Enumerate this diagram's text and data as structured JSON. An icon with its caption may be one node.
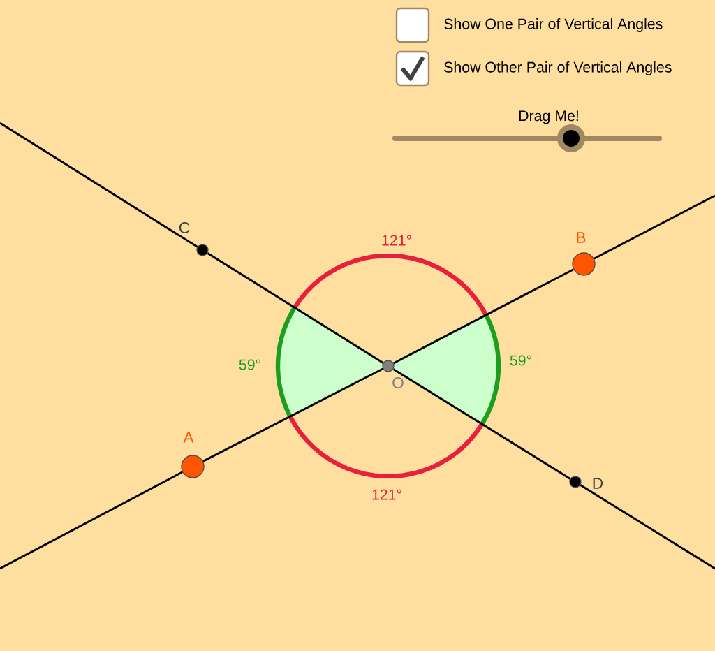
{
  "diagram": {
    "nodes": [
      {
        "text": [],
        "shape": "circle",
        "beside": [
          "C"
        ]
      },
      {
        "text": [],
        "shape": "circle",
        "beside": [
          "B"
        ]
      },
      {
        "text": [],
        "shape": "circle",
        "beside": [
          "O"
        ]
      },
      {
        "text": [],
        "shape": "circle",
        "beside": [
          "A"
        ]
      },
      {
        "text": [],
        "shape": "circle",
        "beside": [
          "D"
        ]
      }
    ],
    "edges": [
      {
        "from": null,
        "to": 0,
        "arrow": "none"
      },
      {
        "from": 0,
        "to": 2,
        "arrow": "none"
      },
      {
        "from": 2,
        "to": 4,
        "arrow": "none"
      },
      {
        "from": 4,
        "to": null,
        "arrow": "none"
      },
      {
        "from": null,
        "to": 3,
        "arrow": "none"
      },
      {
        "from": 3,
        "to": 2,
        "arrow": "none"
      },
      {
        "from": 2,
        "to": 1,
        "arrow": "none"
      },
      {
        "from": 1,
        "to": null,
        "arrow": "none"
      }
    ],
    "labels": [
      "Show One Pair of Vertical Angles",
      "Show Other Pair of Vertical Angles",
      "Drag Me!",
      "121°",
      "59°",
      "59°",
      "121°"
    ]
  }
}
